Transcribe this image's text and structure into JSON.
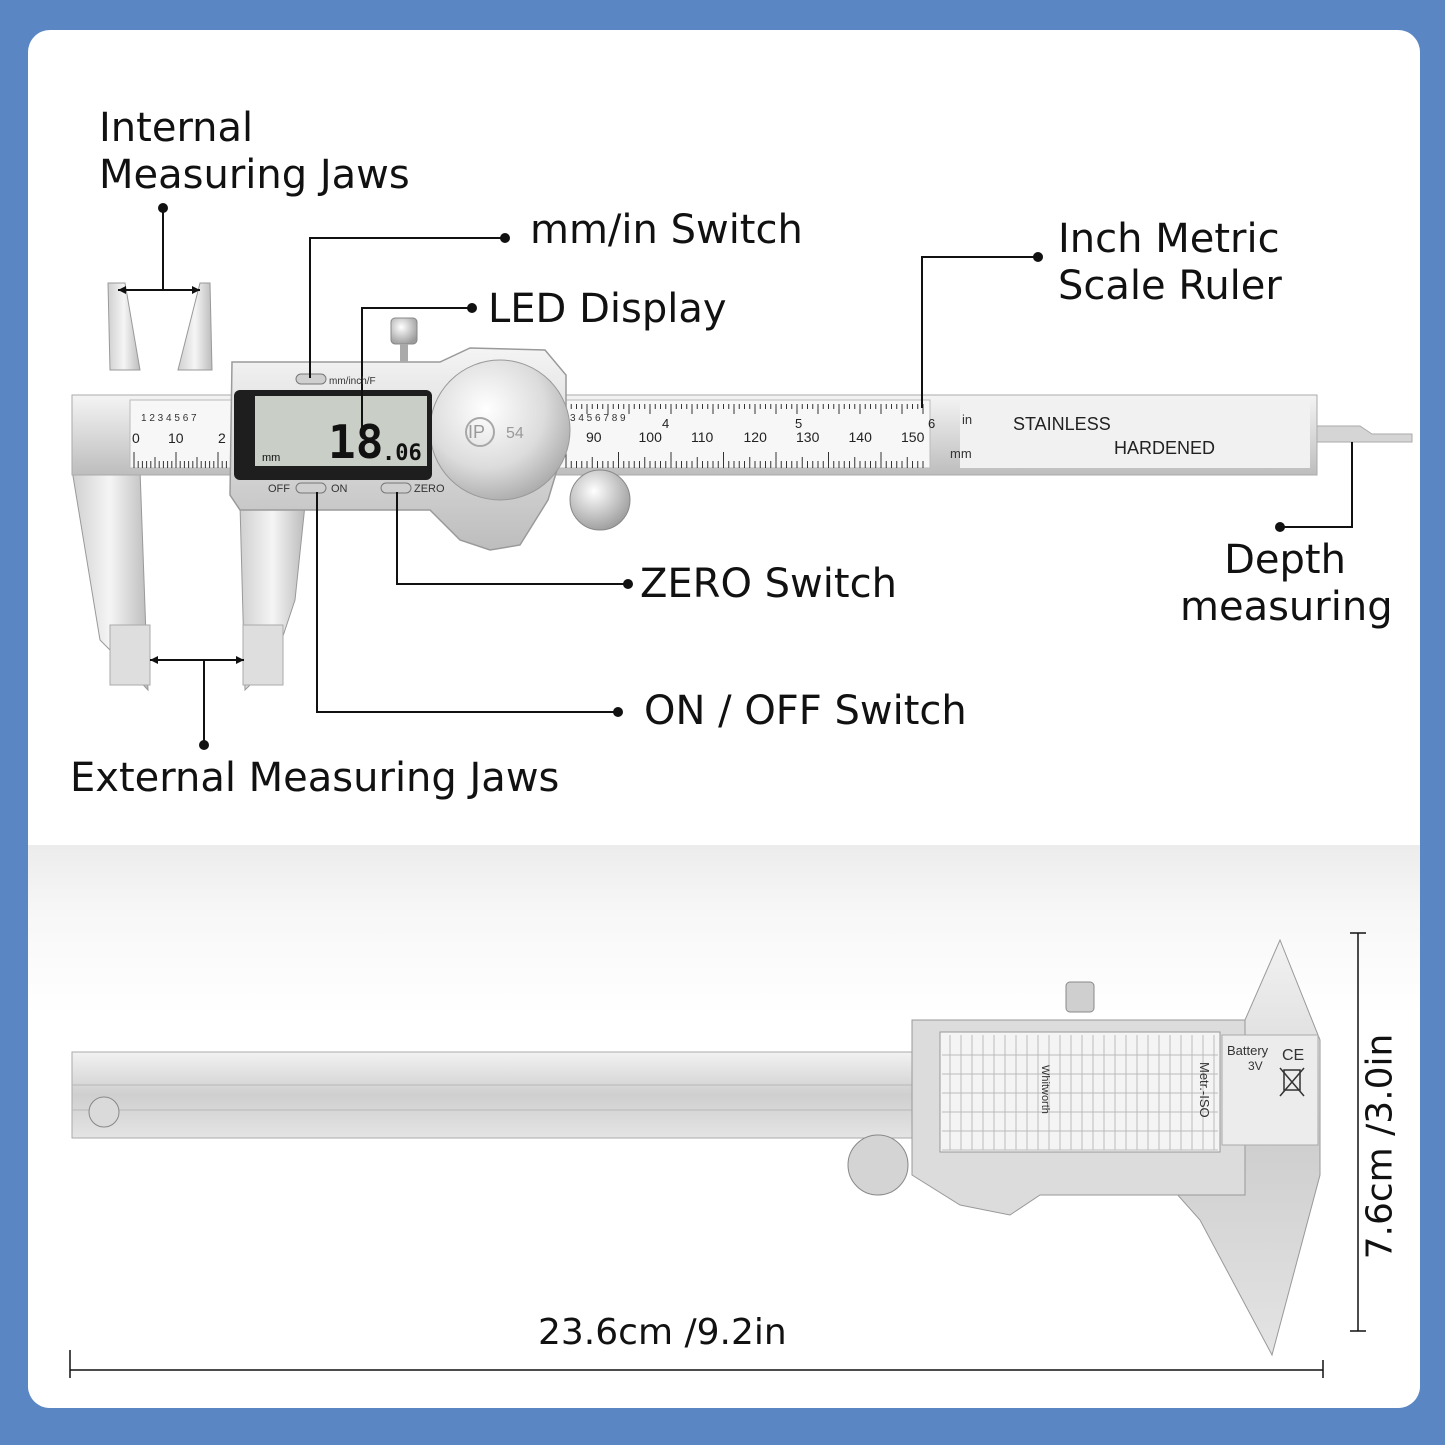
{
  "callouts": {
    "internal_jaws": [
      "Internal",
      "Measuring Jaws"
    ],
    "mm_in_switch": "mm/in Switch",
    "led_display": "LED Display",
    "inch_metric_ruler": [
      "Inch Metric",
      "Scale Ruler"
    ],
    "zero_switch": "ZERO Switch",
    "depth_measuring": [
      "Depth",
      "measuring"
    ],
    "on_off_switch": "ON / OFF Switch",
    "external_jaws": "External Measuring Jaws"
  },
  "caliper": {
    "lcd_value": "18",
    "lcd_decimal": ".06",
    "lcd_unit": "mm",
    "unit_button_label": "mm/inch/F",
    "off_label": "OFF",
    "on_label": "ON",
    "zero_label": "ZERO",
    "ip_rating": "IP",
    "ip_number": "54",
    "inch_label": "in",
    "mm_label": "mm",
    "stainless_text": "STAINLESS",
    "hardened_text": "HARDENED",
    "mm_numbers_left": [
      "0",
      "10",
      "2"
    ],
    "mm_numbers_right": [
      "90",
      "100",
      "110",
      "120",
      "130",
      "140",
      "150"
    ],
    "inch_majors": [
      "4",
      "5",
      "6"
    ],
    "inch_minor_left": "1 2 3 4 5 6 7",
    "inch_minor_right": "3 4 5 6 7 8 9"
  },
  "side_view": {
    "battery_label": "Battery",
    "battery_voltage": "3V",
    "ce_mark": "CE",
    "thread_table_title": "Metr.-ISO",
    "thread_table_sub": "Whitworth"
  },
  "dimensions": {
    "length": "23.6cm /9.2in",
    "height": "7.6cm /3.0in"
  }
}
